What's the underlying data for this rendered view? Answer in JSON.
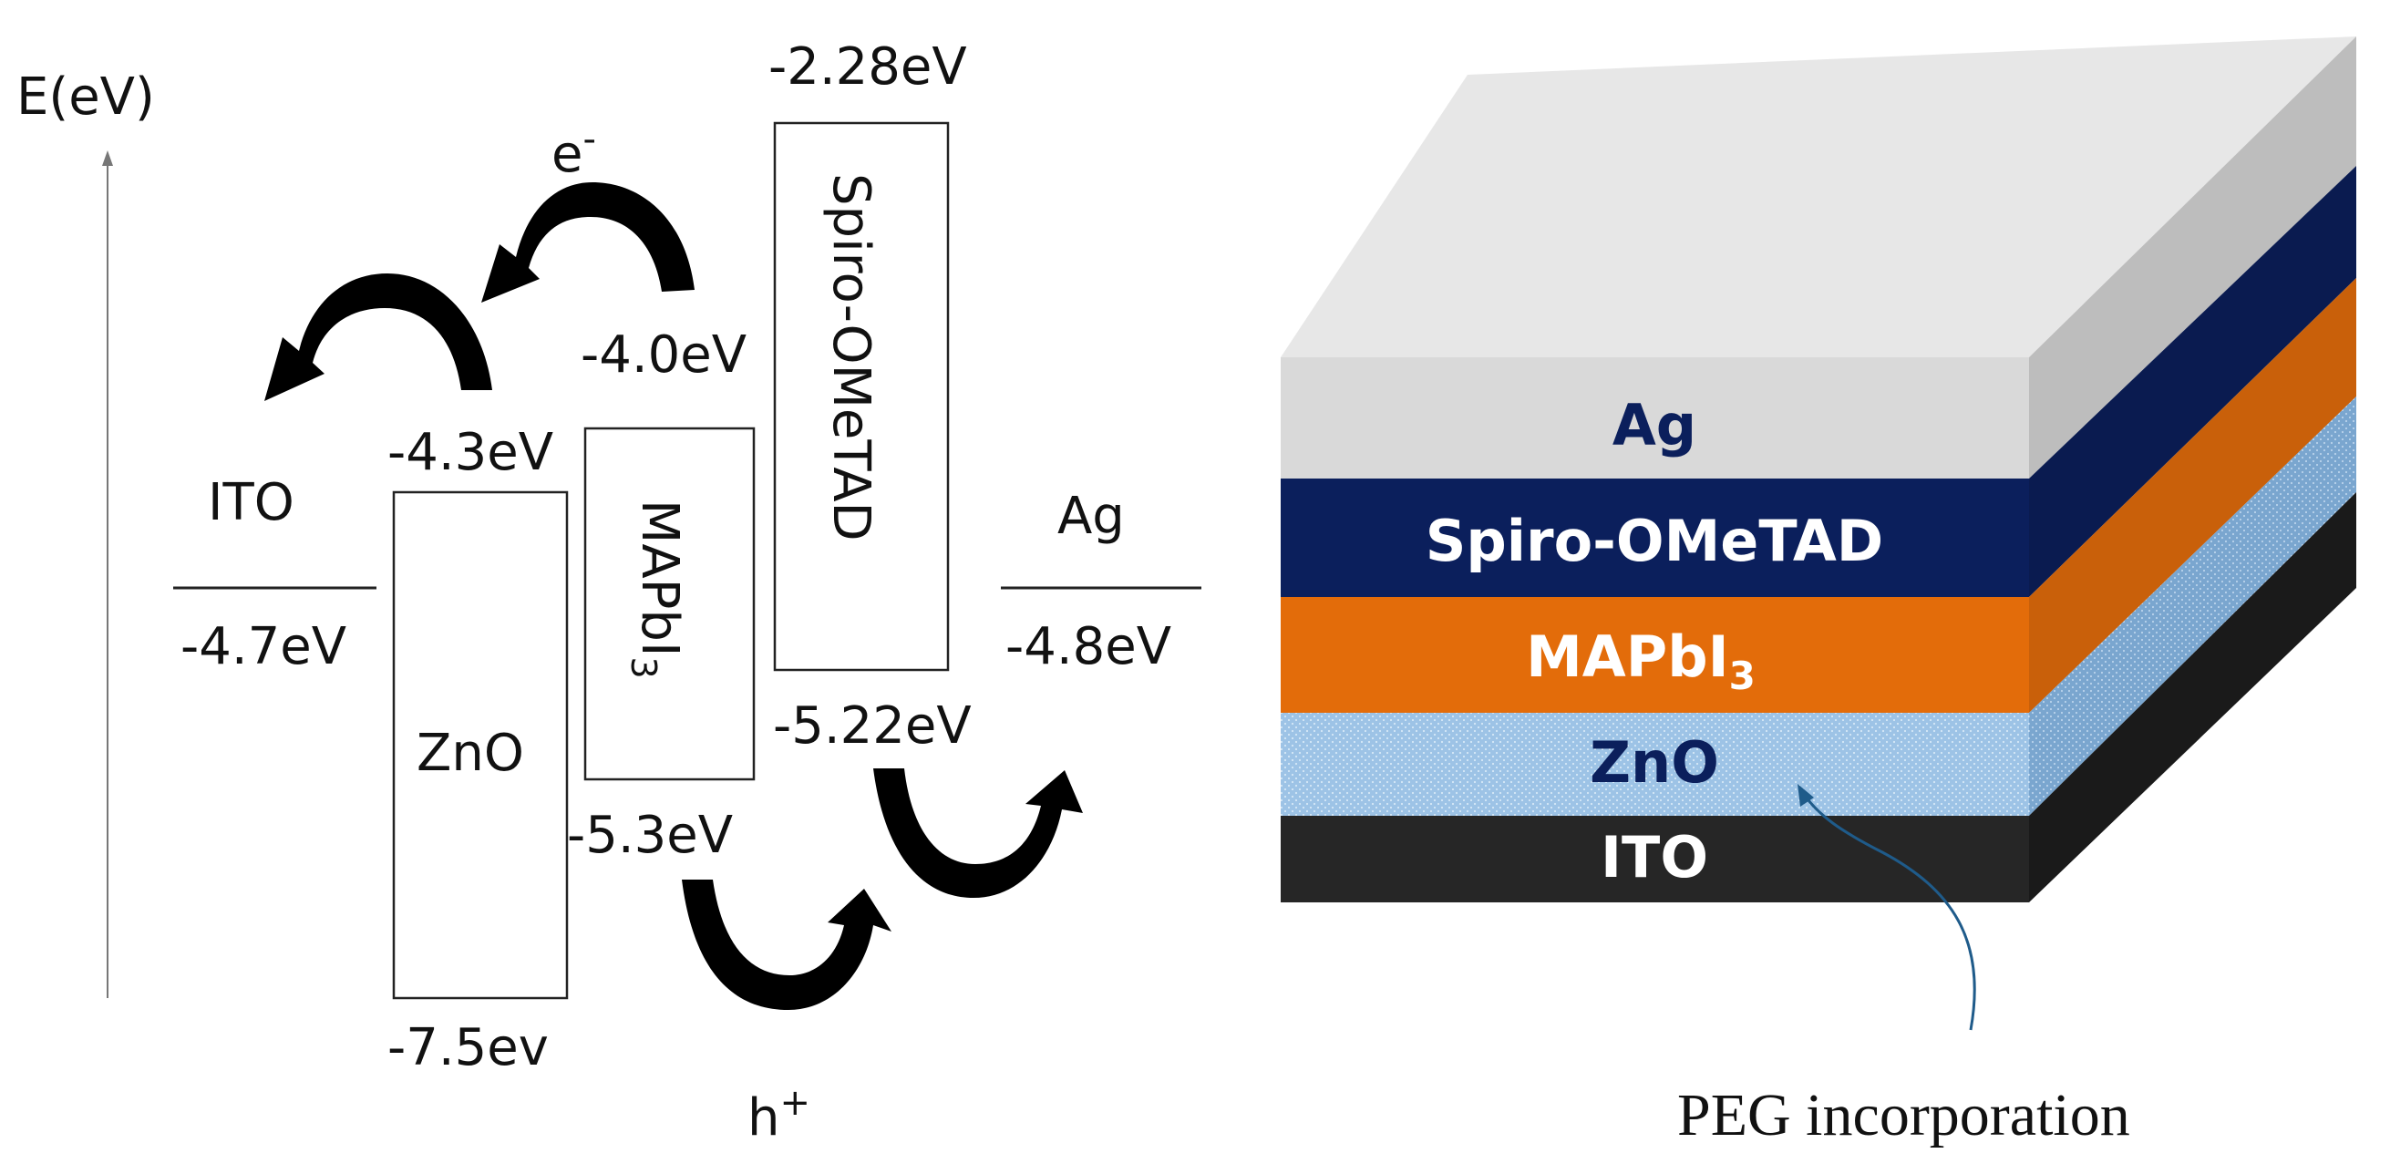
{
  "energy_diagram": {
    "axis_label": "E(eV)",
    "electron_label": "e",
    "electron_sup": "-",
    "hole_label": "h",
    "hole_sup": "+",
    "ito": {
      "name": "ITO",
      "level": "-4.7eV"
    },
    "ag": {
      "name": "Ag",
      "level": "-4.8eV"
    },
    "zno": {
      "name": "ZnO",
      "top": "-4.3eV",
      "bottom": "-7.5ev"
    },
    "mapbi": {
      "name": "MAPbI",
      "sub": "3",
      "top": "-4.0eV",
      "bottom": "-5.3eV"
    },
    "spiro": {
      "name": "Spiro-OMeTAD",
      "top": "-2.28eV",
      "bottom": "-5.22eV"
    }
  },
  "device_stack": {
    "layers": {
      "ag": "Ag",
      "spiro": "Spiro-OMeTAD",
      "mapbi": "MAPbI",
      "mapbi_sub": "3",
      "zno": "ZnO",
      "ito": "ITO"
    },
    "annotation": "PEG incorporation",
    "colors": {
      "ag": "#d9d9d9",
      "spiro": "#0b1f5c",
      "mapbi": "#e36c0a",
      "zno": "#9dc3e6",
      "ito": "#1f1f1f"
    }
  }
}
